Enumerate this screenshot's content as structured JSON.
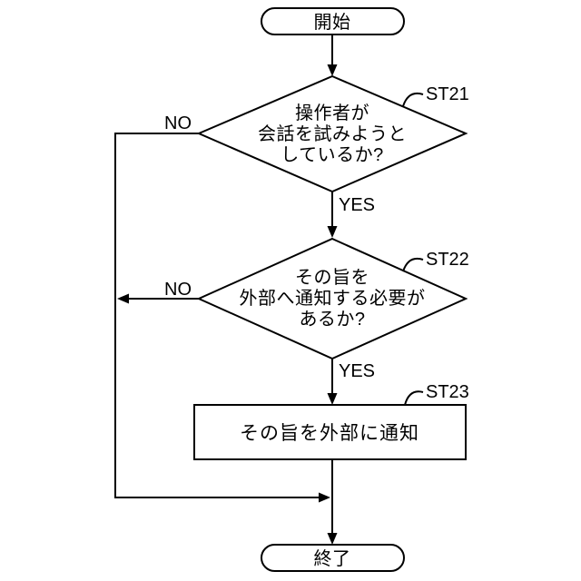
{
  "figure": {
    "type": "flowchart",
    "colors": {
      "stroke": "#000000",
      "background": "#ffffff"
    },
    "nodes": {
      "start": {
        "label": "開始"
      },
      "decision1": {
        "ref": "ST21",
        "lines": [
          "操作者が",
          "会話を試みようと",
          "しているか?"
        ]
      },
      "decision2": {
        "ref": "ST22",
        "lines": [
          "その旨を",
          "外部へ通知する必要が",
          "あるか?"
        ]
      },
      "process": {
        "ref": "ST23",
        "label": "その旨を外部に通知"
      },
      "end": {
        "label": "終了"
      }
    },
    "branches": {
      "decision1_no": "NO",
      "decision1_yes": "YES",
      "decision2_no": "NO",
      "decision2_yes": "YES"
    }
  }
}
